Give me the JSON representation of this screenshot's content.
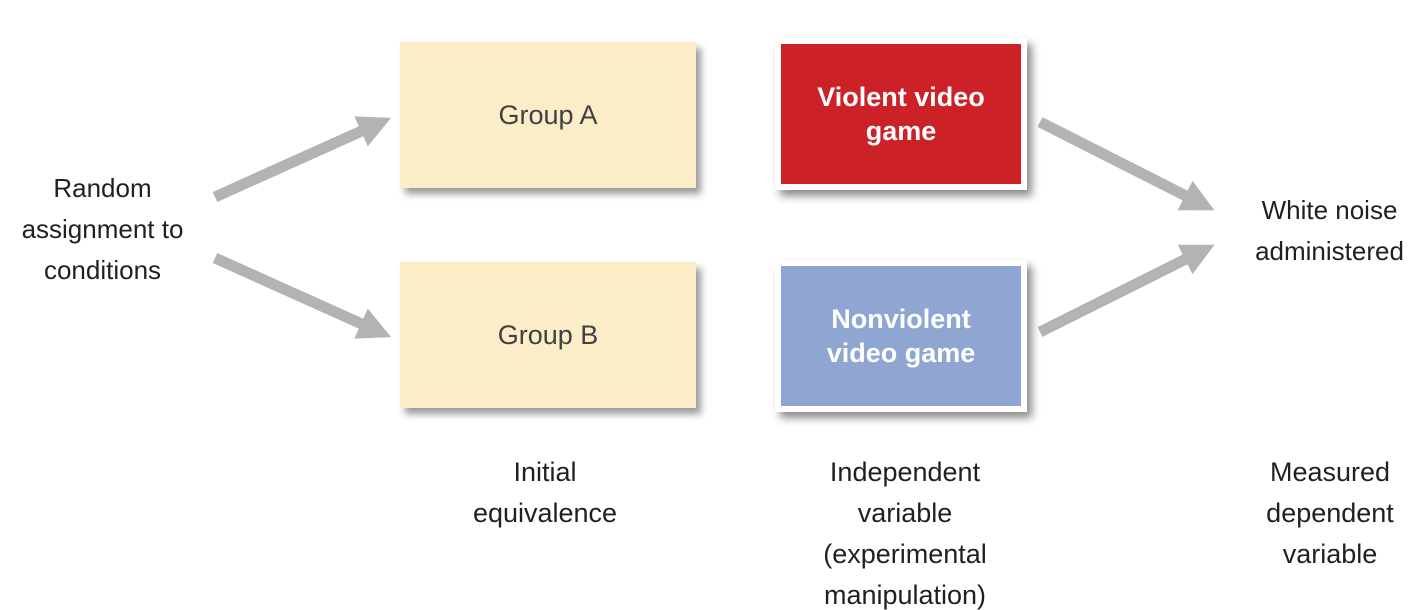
{
  "colors": {
    "group_box": "#FBEDC8",
    "violent": "#CB2127",
    "nonviolent": "#8FA6D3",
    "box_label": "#FFFFFF",
    "arrow": "#B3B3B3",
    "text": "#231F20",
    "group_text": "#414042"
  },
  "left_label": {
    "text": "Random\nassignment to\nconditions"
  },
  "groups": [
    {
      "label": "Group A"
    },
    {
      "label": "Group B"
    }
  ],
  "conditions": [
    {
      "label": "Violent video\ngame"
    },
    {
      "label": "Nonviolent\nvideo game"
    }
  ],
  "outcome": {
    "text": "White noise\nadministered"
  },
  "captions": [
    {
      "text": "Initial\nequivalence"
    },
    {
      "text": "Independent\nvariable\n(experimental\nmanipulation)"
    },
    {
      "text": "Measured\ndependent\nvariable"
    }
  ]
}
